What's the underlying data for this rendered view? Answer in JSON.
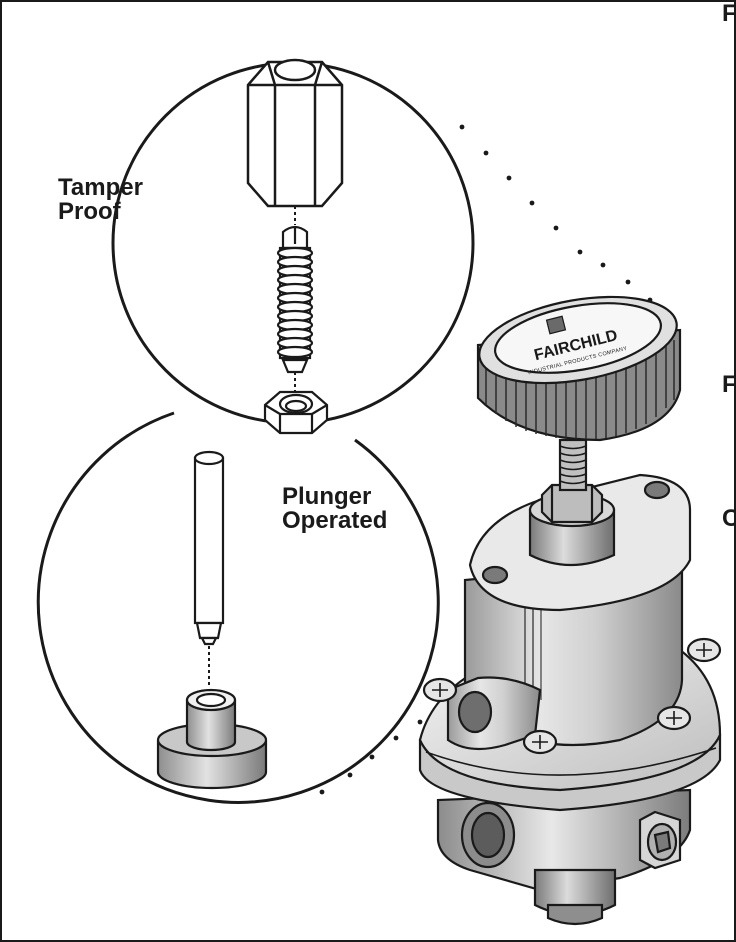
{
  "callouts": {
    "tamper_proof": {
      "line1": "Tamper",
      "line2": "Proof"
    },
    "plunger_operated": {
      "line1": "Plunger",
      "line2": "Operated"
    }
  },
  "right_edge_letters": {
    "top": "F",
    "middle": "F",
    "lower": "C"
  },
  "knob_logo": {
    "brand": "FAIRCHILD",
    "tagline": "INDUSTRIAL PRODUCTS COMPANY"
  }
}
